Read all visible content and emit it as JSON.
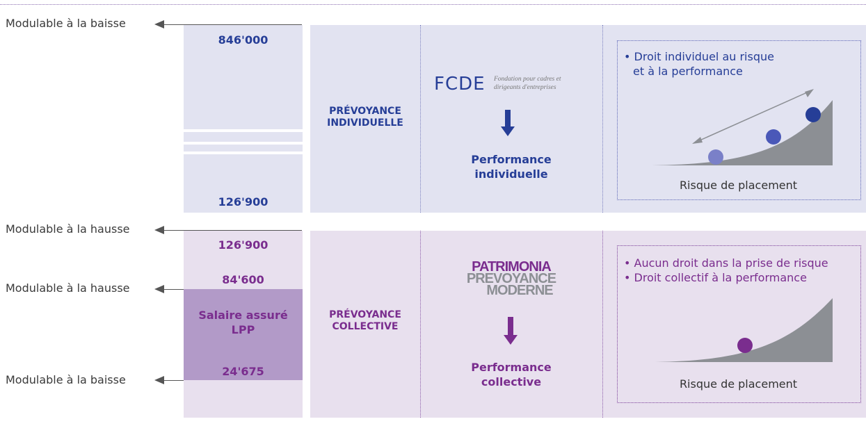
{
  "side_labels": {
    "top_baisse": "Modulable à la baisse",
    "mid_hausse": "Modulable à la hausse",
    "lower_hausse": "Modulable à la hausse",
    "bottom_baisse": "Modulable à la baisse"
  },
  "individual": {
    "value_top": "846'000",
    "value_bottom": "126'900",
    "section_label_line1": "PRÉVOYANCE",
    "section_label_line2": "INDIVIDUELLE",
    "logo_text": "FCDE",
    "logo_tagline_line1": "Fondation pour cadres et",
    "logo_tagline_line2": "dirigeants d'entreprises",
    "performance_line1": "Performance",
    "performance_line2": "individuelle",
    "bullet_line1": "• Droit individuel au risque",
    "bullet_line2": "et à la performance",
    "risk_label": "Risque de placement"
  },
  "collective": {
    "value_top": "126'900",
    "value_mid": "84'600",
    "lpp_line1": "Salaire assuré",
    "lpp_line2": "LPP",
    "value_bottom": "24'675",
    "section_label_line1": "PRÉVOYANCE",
    "section_label_line2": "COLLECTIVE",
    "logo_line1": "PATRIMONIA",
    "logo_line2": "PREVOYANCE",
    "logo_line3": "MODERNE",
    "performance_line1": "Performance",
    "performance_line2": "collective",
    "bullet_line1": "• Aucun droit dans la prise de risque",
    "bullet_line2": "• Droit collectif à la performance",
    "risk_label": "Risque de placement"
  },
  "colors": {
    "individual_bg": "#e2e3f1",
    "collective_bg": "#e8e0ee",
    "lpp_bg": "#b29ac8",
    "blue_text": "#263e97",
    "purple_text": "#7a2d8e",
    "curve_gray": "#8c8f94"
  }
}
